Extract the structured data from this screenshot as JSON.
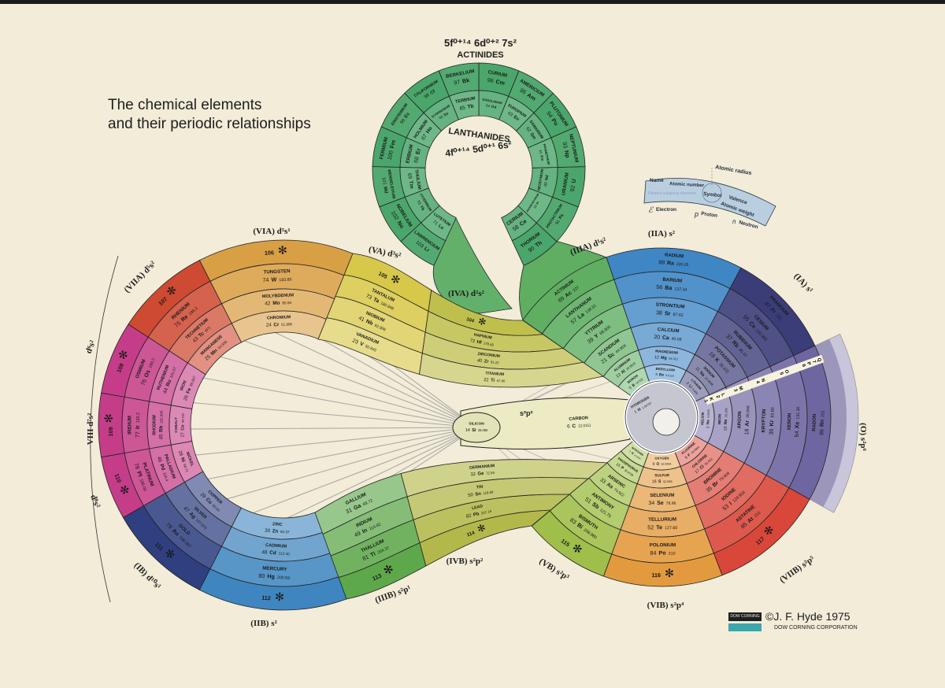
{
  "title": {
    "line1": "The chemical elements",
    "line2": "and their periodic relationships"
  },
  "credits": {
    "logo_text": "DOW CORNING",
    "author": "©J. F. Hyde  1975",
    "company": "DOW CORNING CORPORATION"
  },
  "legend": {
    "atomic_radius": "Atomic radius",
    "name": "Name",
    "atomic_number": "Atomic number",
    "symbol": "Symbol",
    "valence": "Valence",
    "atomic_weight": "Atomic weight",
    "related": "Related subgroup elements",
    "electron_glyph": "ℰ",
    "electron": "Electron",
    "proton_glyph": "p",
    "proton": "Proton",
    "neutron_glyph": "n",
    "neutron": "Neutron"
  },
  "loop": {
    "actinides_config": "5f⁰⁺¹⁴ 6d⁰⁺² 7s²",
    "actinides_title": "ACTINIDES",
    "lanthanides_title": "LANTHANIDES",
    "lanthanides_config": "4f⁰⁺¹⁴ 5d⁰⁺¹ 6s²",
    "color": "#4aa66a",
    "actinides": [
      {
        "n": 90,
        "sym": "Th",
        "name": "THORIUM"
      },
      {
        "n": 91,
        "sym": "Pa",
        "name": "PROTACTINIUM"
      },
      {
        "n": 92,
        "sym": "U",
        "name": "URANIUM"
      },
      {
        "n": 93,
        "sym": "Np",
        "name": "NEPTUNIUM"
      },
      {
        "n": 94,
        "sym": "Pu",
        "name": "PLUTONIUM"
      },
      {
        "n": 95,
        "sym": "Am",
        "name": "AMERICIUM"
      },
      {
        "n": 96,
        "sym": "Cm",
        "name": "CURIUM"
      },
      {
        "n": 97,
        "sym": "Bk",
        "name": "BERKELIUM"
      },
      {
        "n": 98,
        "sym": "Cf",
        "name": "CALIFORNIUM"
      },
      {
        "n": 99,
        "sym": "Es",
        "name": "EINSTEINIUM"
      },
      {
        "n": 100,
        "sym": "Fm",
        "name": "FERMIUM"
      },
      {
        "n": 101,
        "sym": "Md",
        "name": "MENDELEVIUM"
      },
      {
        "n": 102,
        "sym": "No",
        "name": "NOBELIUM"
      },
      {
        "n": 103,
        "sym": "Lr",
        "name": "LAWRENCIUM"
      }
    ],
    "lanthanides": [
      {
        "n": 58,
        "sym": "Ce",
        "name": "CERIUM"
      },
      {
        "n": 59,
        "sym": "Pr",
        "name": "PRASEODYMIUM"
      },
      {
        "n": 60,
        "sym": "Nd",
        "name": "NEODYMIUM"
      },
      {
        "n": 61,
        "sym": "Pm",
        "name": "PROMETHIUM"
      },
      {
        "n": 62,
        "sym": "Sm",
        "name": "SAMARIUM"
      },
      {
        "n": 63,
        "sym": "Eu",
        "name": "EUROPIUM"
      },
      {
        "n": 64,
        "sym": "Gd",
        "name": "GADOLINIUM"
      },
      {
        "n": 65,
        "sym": "Tb",
        "name": "TERBIUM"
      },
      {
        "n": 66,
        "sym": "Dy",
        "name": "DYSPROSIUM"
      },
      {
        "n": 67,
        "sym": "Ho",
        "name": "HOLMIUM"
      },
      {
        "n": 68,
        "sym": "Er",
        "name": "ERBIUM"
      },
      {
        "n": 69,
        "sym": "Tm",
        "name": "THULIUM"
      },
      {
        "n": 70,
        "sym": "Yb",
        "name": "YTTERBIUM"
      },
      {
        "n": 71,
        "sym": "Lu",
        "name": "LUTETIUM"
      }
    ]
  },
  "groups": [
    {
      "key": "IIIA",
      "label": "(IIIA) d¹s²",
      "color": "#5fae62",
      "elements": [
        {
          "n": 89,
          "sym": "Ac",
          "name": "ACTINIUM",
          "w": "227"
        },
        {
          "n": 57,
          "sym": "La",
          "name": "LANTHANUM",
          "w": "138.91"
        },
        {
          "n": 39,
          "sym": "Y",
          "name": "YTTRIUM",
          "w": "88.905"
        },
        {
          "n": 21,
          "sym": "Sc",
          "name": "SCANDIUM",
          "w": "44.956"
        },
        {
          "n": 13,
          "sym": "Al",
          "name": "ALUMINUM",
          "w": "26.9815"
        },
        {
          "n": 5,
          "sym": "B",
          "name": "BORON",
          "w": "10.811"
        }
      ]
    },
    {
      "key": "IIA",
      "label": "(IIA) s²",
      "color": "#3f86c4",
      "elements": [
        {
          "n": 88,
          "sym": "Ra",
          "name": "RADIUM",
          "w": "226.05"
        },
        {
          "n": 56,
          "sym": "Ba",
          "name": "BARIUM",
          "w": "137.34"
        },
        {
          "n": 38,
          "sym": "Sr",
          "name": "STRONTIUM",
          "w": "87.62"
        },
        {
          "n": 20,
          "sym": "Ca",
          "name": "CALCIUM",
          "w": "40.08"
        },
        {
          "n": 12,
          "sym": "Mg",
          "name": "MAGNESIUM",
          "w": "24.312"
        },
        {
          "n": 4,
          "sym": "Be",
          "name": "BERYLLIUM",
          "w": "9.0122"
        }
      ]
    },
    {
      "key": "IA",
      "label": "(IA) s¹",
      "color": "#3a3d78",
      "elements": [
        {
          "n": 87,
          "sym": "Fr",
          "name": "FRANCIUM",
          "w": "223"
        },
        {
          "n": 55,
          "sym": "Cs",
          "name": "CESIUM",
          "w": "132.905"
        },
        {
          "n": 37,
          "sym": "Rb",
          "name": "RUBIDIUM",
          "w": "85.47"
        },
        {
          "n": 19,
          "sym": "K",
          "name": "POTASSIUM",
          "w": "39.102"
        },
        {
          "n": 11,
          "sym": "Na",
          "name": "SODIUM",
          "w": "22.9898"
        },
        {
          "n": 3,
          "sym": "Li",
          "name": "LITHIUM",
          "w": "6.939"
        }
      ]
    },
    {
      "key": "O",
      "label": "(O) s²p⁶",
      "color": "#6e66a0",
      "elements": [
        {
          "n": 86,
          "sym": "Rn",
          "name": "RADON",
          "w": "222"
        },
        {
          "n": 54,
          "sym": "Xe",
          "name": "XENON",
          "w": "131.30"
        },
        {
          "n": 36,
          "sym": "Kr",
          "name": "KRYPTON",
          "w": "83.80"
        },
        {
          "n": 18,
          "sym": "Ar",
          "name": "ARGON",
          "w": "39.948"
        },
        {
          "n": 10,
          "sym": "Ne",
          "name": "NEON",
          "w": "20.183"
        },
        {
          "n": 2,
          "sym": "He",
          "name": "HELIUM",
          "w": "4.0026"
        }
      ]
    },
    {
      "key": "VIIB",
      "label": "(VIIB) s²p⁵",
      "color": "#d9473a",
      "elements": [
        {
          "n": 117
        },
        {
          "n": 85,
          "sym": "At",
          "name": "ASTATINE",
          "w": "210"
        },
        {
          "n": 53,
          "sym": "I",
          "name": "IODINE",
          "w": "126.904"
        },
        {
          "n": 35,
          "sym": "Br",
          "name": "BROMINE",
          "w": "79.909"
        },
        {
          "n": 17,
          "sym": "Cl",
          "name": "CHLORINE",
          "w": "35.453"
        },
        {
          "n": 9,
          "sym": "F",
          "name": "FLUORINE",
          "w": "18.9984"
        }
      ]
    },
    {
      "key": "VIB",
      "label": "(VIB) s²p⁴",
      "color": "#e39a3e",
      "elements": [
        {
          "n": 116
        },
        {
          "n": 84,
          "sym": "Po",
          "name": "POLONIUM",
          "w": "210"
        },
        {
          "n": 52,
          "sym": "Te",
          "name": "TELLURIUM",
          "w": "127.60"
        },
        {
          "n": 34,
          "sym": "Se",
          "name": "SELENIUM",
          "w": "78.96"
        },
        {
          "n": 16,
          "sym": "S",
          "name": "SULFUR",
          "w": "32.064"
        },
        {
          "n": 8,
          "sym": "O",
          "name": "OXYGEN",
          "w": "15.9994"
        }
      ]
    },
    {
      "key": "VB",
      "label": "(VB) s²p³",
      "color": "#9fbf4a",
      "elements": [
        {
          "n": 115
        },
        {
          "n": 83,
          "sym": "Bi",
          "name": "BISMUTH",
          "w": "208.980"
        },
        {
          "n": 51,
          "sym": "Sb",
          "name": "ANTIMONY",
          "w": "121.75"
        },
        {
          "n": 33,
          "sym": "As",
          "name": "ARSENIC",
          "w": "74.922"
        },
        {
          "n": 15,
          "sym": "P",
          "name": "PHOSPHORUS",
          "w": "30.9738"
        },
        {
          "n": 7,
          "sym": "N",
          "name": "NITROGEN",
          "w": "14.0067"
        }
      ]
    },
    {
      "key": "VIA",
      "label": "(VIA) d⁵s¹",
      "color": "#d99f45",
      "elements": [
        {
          "n": 106
        },
        {
          "n": 74,
          "sym": "W",
          "name": "TUNGSTEN",
          "w": "183.85"
        },
        {
          "n": 42,
          "sym": "Mo",
          "name": "MOLYBDENUM",
          "w": "95.94"
        },
        {
          "n": 24,
          "sym": "Cr",
          "name": "CHROMIUM",
          "w": "51.996"
        }
      ]
    },
    {
      "key": "VIIA",
      "label": "(VIIA) d⁵s²",
      "color": "#cf4a32",
      "elements": [
        {
          "n": 107
        },
        {
          "n": 75,
          "sym": "Re",
          "name": "RHENIUM",
          "w": "186.2"
        },
        {
          "n": 43,
          "sym": "Tc",
          "name": "TECHNETIUM",
          "w": "(97)"
        },
        {
          "n": 25,
          "sym": "Mn",
          "name": "MANGANESE",
          "w": "54.938"
        }
      ]
    },
    {
      "key": "VIII_Fe",
      "label": "d⁶s²",
      "color": "#c53d88",
      "elements": [
        {
          "n": 108
        },
        {
          "n": 76,
          "sym": "Os",
          "name": "OSMIUM",
          "w": "190.2"
        },
        {
          "n": 44,
          "sym": "Ru",
          "name": "RUTHENIUM",
          "w": "101.07"
        },
        {
          "n": 26,
          "sym": "Fe",
          "name": "IRON",
          "w": "55.847"
        }
      ]
    },
    {
      "key": "VIII_Co",
      "label": "VIII d⁷s²",
      "color": "#c53d88",
      "elements": [
        {
          "n": 109
        },
        {
          "n": 77,
          "sym": "Ir",
          "name": "IRIDIUM",
          "w": "192.2"
        },
        {
          "n": 45,
          "sym": "Rh",
          "name": "RHODIUM",
          "w": "102.905"
        },
        {
          "n": 27,
          "sym": "Co",
          "name": "COBALT",
          "w": "58.933"
        }
      ]
    },
    {
      "key": "VIII_Ni",
      "label": "d⁸s²",
      "color": "#c53d88",
      "elements": [
        {
          "n": 110
        },
        {
          "n": 78,
          "sym": "Pt",
          "name": "PLATINUM",
          "w": "195.09"
        },
        {
          "n": 46,
          "sym": "Pd",
          "name": "PALLADIUM",
          "w": "106.4"
        },
        {
          "n": 28,
          "sym": "Ni",
          "name": "NICKEL",
          "w": "58.71"
        }
      ]
    },
    {
      "key": "IB",
      "label": "(IB) d¹⁰s¹",
      "color": "#2f3f80",
      "elements": [
        {
          "n": 111
        },
        {
          "n": 79,
          "sym": "Au",
          "name": "GOLD",
          "w": "196.967"
        },
        {
          "n": 47,
          "sym": "Ag",
          "name": "SILVER",
          "w": "107.870"
        },
        {
          "n": 29,
          "sym": "Cu",
          "name": "COPPER",
          "w": "63.54"
        }
      ]
    },
    {
      "key": "IIB",
      "label": "(IIB) s²",
      "color": "#3f86c0",
      "elements": [
        {
          "n": 112
        },
        {
          "n": 80,
          "sym": "Hg",
          "name": "MERCURY",
          "w": "200.59"
        },
        {
          "n": 48,
          "sym": "Cd",
          "name": "CADMIUM",
          "w": "112.40"
        },
        {
          "n": 30,
          "sym": "Zn",
          "name": "ZINC",
          "w": "65.37"
        }
      ]
    },
    {
      "key": "VA",
      "label": "(VA) d³s²",
      "color": "#d8c84a",
      "elements": [
        {
          "n": 105
        },
        {
          "n": 73,
          "sym": "Ta",
          "name": "TANTALUM",
          "w": "180.948"
        },
        {
          "n": 41,
          "sym": "Nb",
          "name": "NIOBIUM",
          "w": "92.906"
        },
        {
          "n": 23,
          "sym": "V",
          "name": "VANADIUM",
          "w": "50.942"
        }
      ]
    },
    {
      "key": "IVA",
      "label": "(IVA) d²s²",
      "color": "#bfbf4e",
      "elements": [
        {
          "n": 104
        },
        {
          "n": 72,
          "sym": "Hf",
          "name": "HAFNIUM",
          "w": "178.49"
        },
        {
          "n": 40,
          "sym": "Zr",
          "name": "ZIRCONIUM",
          "w": "91.22"
        },
        {
          "n": 22,
          "sym": "Ti",
          "name": "TITANIUM",
          "w": "47.90"
        }
      ]
    },
    {
      "key": "IIIB",
      "label": "(IIIB) s²p¹",
      "color": "#5ea84c",
      "elements": [
        {
          "n": 113
        },
        {
          "n": 81,
          "sym": "Tl",
          "name": "THALLIUM",
          "w": "204.37"
        },
        {
          "n": 49,
          "sym": "In",
          "name": "INDIUM",
          "w": "114.82"
        },
        {
          "n": 31,
          "sym": "Ga",
          "name": "GALLIUM",
          "w": "69.72"
        }
      ]
    },
    {
      "key": "IVB",
      "label": "(IVB) s²p²",
      "color": "#b3b84a",
      "elements": [
        {
          "n": 114
        },
        {
          "n": 82,
          "sym": "Pb",
          "name": "LEAD",
          "w": "207.19"
        },
        {
          "n": 50,
          "sym": "Sn",
          "name": "TIN",
          "w": "118.69"
        },
        {
          "n": 32,
          "sym": "Ge",
          "name": "GERMANIUM",
          "w": "72.59"
        }
      ]
    }
  ],
  "neck": {
    "silicon": {
      "n": 14,
      "sym": "Si",
      "name": "SILICON",
      "w": "28.086"
    },
    "carbon": {
      "n": 6,
      "sym": "C",
      "name": "CARBON",
      "w": "12.0111"
    },
    "config": "s²p²"
  },
  "hydrogen": {
    "n": 1,
    "sym": "H",
    "name": "HYDROGEN",
    "w": "1.00797"
  },
  "shells": [
    {
      "num": "1",
      "letter": "K"
    },
    {
      "num": "2",
      "letter": "L"
    },
    {
      "num": "3",
      "letter": "M"
    },
    {
      "num": "4",
      "letter": "N"
    },
    {
      "num": "5",
      "letter": "O"
    },
    {
      "num": "6",
      "letter": "P"
    },
    {
      "num": "7",
      "letter": "Q"
    }
  ]
}
